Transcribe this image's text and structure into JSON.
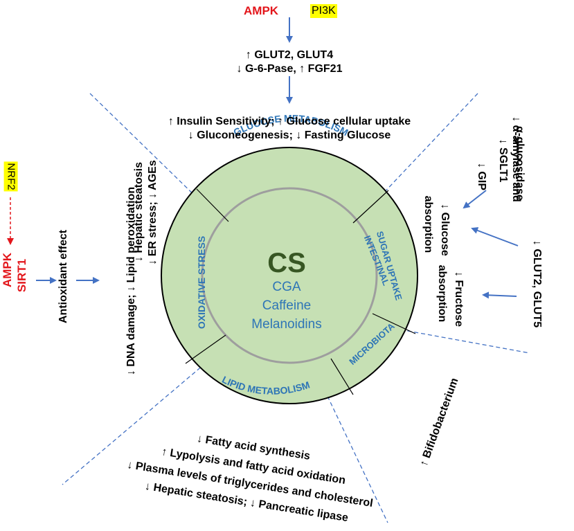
{
  "colors": {
    "ring_fill": "#c6e0b4",
    "ring_stroke": "#000000",
    "inner_circle_stroke": "#9e9e9e",
    "arrow": "#4472c4",
    "dashed": "#4472c4",
    "red_text": "#e3161b",
    "highlight": "#ffff00",
    "section_label": "#2e75b6",
    "center_title": "#375623"
  },
  "center": {
    "title": "CS",
    "lines": [
      "CGA",
      "Caffeine",
      "Melanoidins"
    ]
  },
  "ring_sections": {
    "glucose": "GLUCOSE METABOLISM",
    "intestinal_1": "INTESTINAL",
    "intestinal_2": "SUGAR UPTAKE",
    "microbiota": "MICROBIOTA",
    "lipid": "LIPID METABOLISM",
    "oxidative": "OXIDATIVE STRESS"
  },
  "top": {
    "ampk": "AMPK",
    "pi3k": "PI3K",
    "line1": "↑ GLUT2, GLUT4",
    "line2": "↓ G-6-Pase, ↑ FGF21",
    "line3": "↑ Insulin Sensitivity; ↑ Glucose cellular uptake",
    "line4": "↓ Gluconeogenesis; ↓ Fasting Glucose"
  },
  "left": {
    "nrf2": "NRF2",
    "ampk": "AMPK",
    "sirt1": "SIRT1",
    "antioxidant": "Antioxidant effect",
    "effect1": "↓ DNA damage; ↓ Lipid peroxidation",
    "effect2": "↓ Hepatic steatosis",
    "effect3": "↓ ER stress; ↓ AGEs"
  },
  "right": {
    "amylase1": "↓ α-amylase and",
    "amylase2": "α-glucosidase",
    "sglt1": "↓ SGLT1",
    "gip": "↓ GIP",
    "glucose_abs1": "↓ Glucose",
    "glucose_abs2": "absorption",
    "fructose_abs1": "↓ Fructose",
    "fructose_abs2": "absorption",
    "glut": "↓ GLUT2, GLUT5"
  },
  "bottom_right": {
    "bifido": "↑ Bifidobacterium"
  },
  "bottom": {
    "line1": "↓ Fatty acid synthesis",
    "line2": "↑ Lypolysis and fatty acid oxidation",
    "line3": "↓ Plasma levels of triglycerides and cholesterol",
    "line4": "↓ Hepatic steatosis; ↓ Pancreatic lipase"
  }
}
